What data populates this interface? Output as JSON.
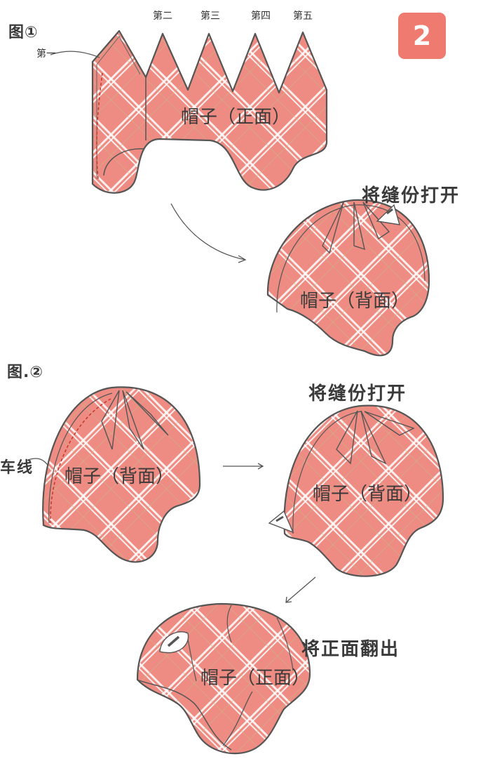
{
  "badge": "2",
  "figure1": {
    "label": "图①",
    "seam_first": "第一",
    "seams": [
      "第二",
      "第三",
      "第四",
      "第五"
    ],
    "hat_front_label": "帽子（正面）",
    "open_seam_label": "将缝份打开",
    "hat_back_label": "帽子（背面）"
  },
  "figure2": {
    "label": "图.②",
    "sew_line_label": "车线",
    "hat_back_label_left": "帽子（背面）",
    "open_seam_label": "将缝份打开",
    "hat_back_label_right": "帽子（背面）",
    "turn_out_label": "将正面翻出",
    "hat_front_label": "帽子（正面）"
  },
  "colors": {
    "fabric": "#ee8b82",
    "plaid": "#ffffff",
    "outline": "#555555",
    "badge": "#ef7a6f"
  }
}
